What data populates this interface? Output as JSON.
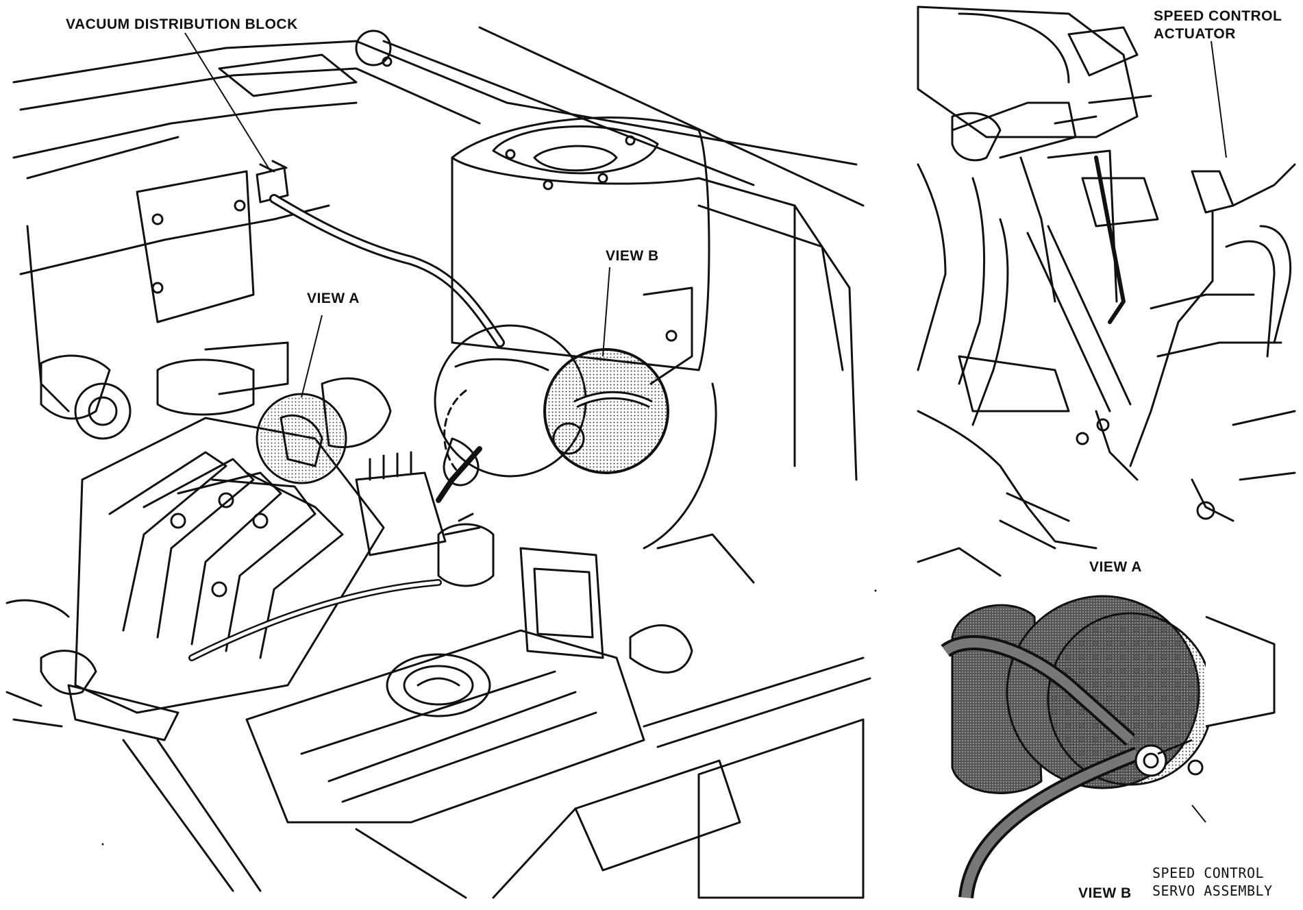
{
  "diagram": {
    "labels": {
      "vacuum_block": "VACUUM DISTRIBUTION BLOCK",
      "view_a_callout": "VIEW A",
      "view_b_callout": "VIEW B",
      "actuator_line1": "SPEED CONTROL",
      "actuator_line2": "ACTUATOR",
      "view_a_caption": "VIEW A",
      "view_b_caption": "VIEW B",
      "servo_line1": "SPEED CONTROL",
      "servo_line2": "SERVO ASSEMBLY"
    }
  }
}
